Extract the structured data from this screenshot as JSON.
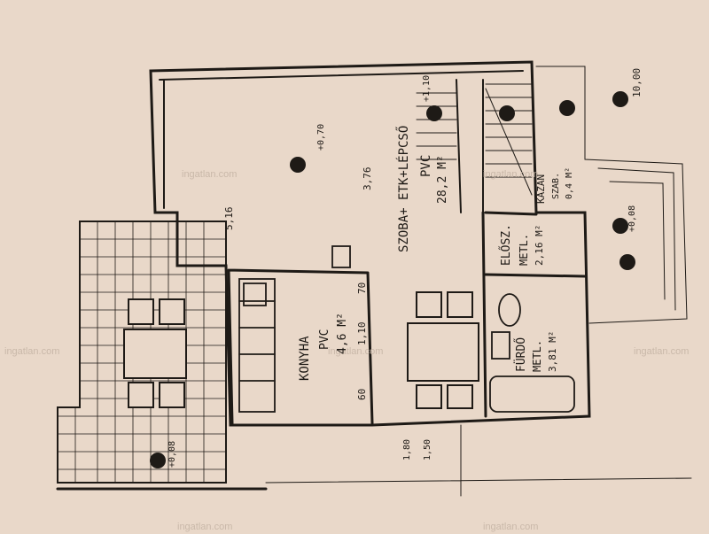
{
  "watermark": "ingatlan.com",
  "colors": {
    "paper": "#e9d8c9",
    "ink": "#1e1a16",
    "watermark": "#c9b8a9"
  },
  "rooms": {
    "living": {
      "name": "SZOBA+ ETK+LÉPCSŐ",
      "floor": "PVC",
      "area": "28,2 M²"
    },
    "kitchen": {
      "name": "KONYHA",
      "floor": "PVC",
      "area": "4,6 M²"
    },
    "hall": {
      "name": "ELŐSZ.",
      "floor": "METL.",
      "area": "2,16 M²"
    },
    "bath": {
      "name": "FÜRDŐ",
      "floor": "METL.",
      "area": "3,81 M²"
    },
    "boiler": {
      "name": "KAZÁN",
      "sub": "SZAB.",
      "area": "0,4 M²"
    }
  },
  "dimensions": {
    "d1": "3,76",
    "d2": "5,16",
    "d3": "1,10",
    "d4": "70",
    "d5": "60",
    "d6": "1,80",
    "d7": "1,50",
    "d8": "10,00",
    "d9": "+0,70",
    "d10": "+1,10",
    "d11": "+0,08",
    "d12": "+0,08"
  }
}
